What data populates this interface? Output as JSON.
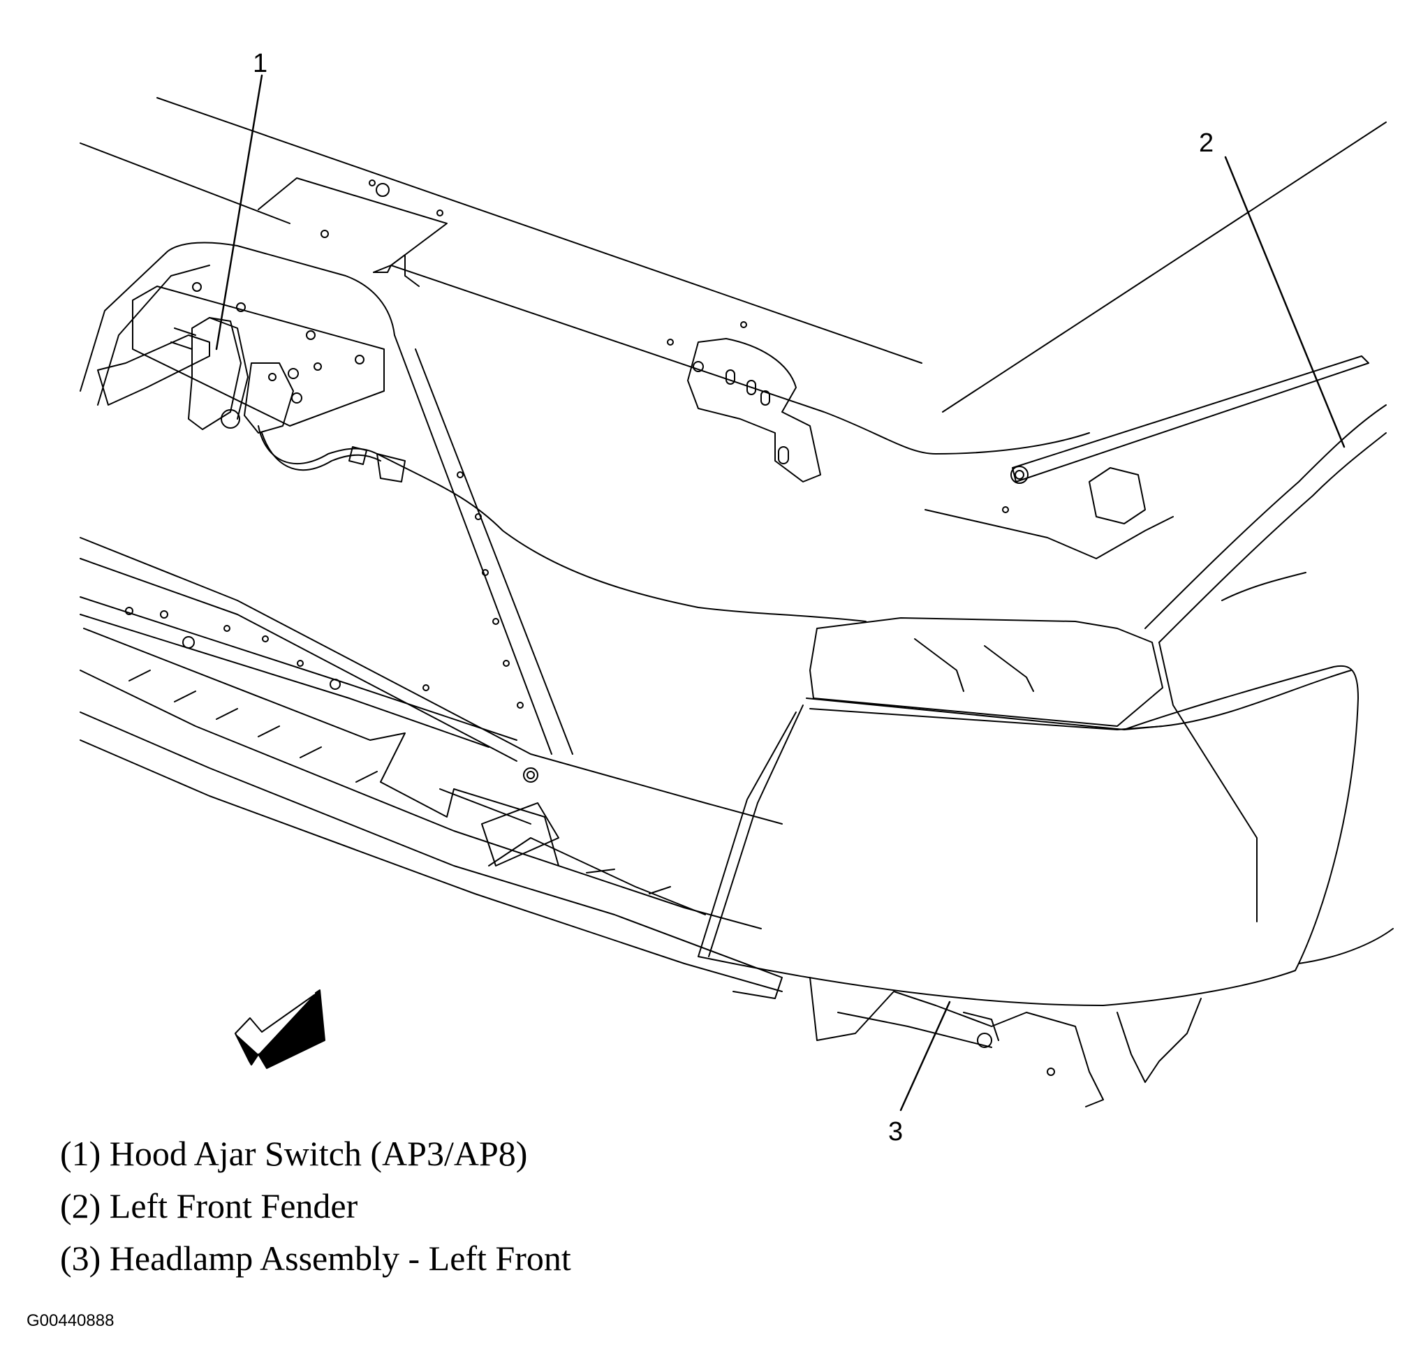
{
  "callouts": {
    "c1": "1",
    "c2": "2",
    "c3": "3"
  },
  "legend": {
    "item1": "(1) Hood Ajar Switch (AP3/AP8)",
    "item2": "(2) Left Front Fender",
    "item3": "(3) Headlamp Assembly - Left Front"
  },
  "figure_id": "G00440888",
  "colors": {
    "line": "#000000",
    "background": "#ffffff"
  }
}
